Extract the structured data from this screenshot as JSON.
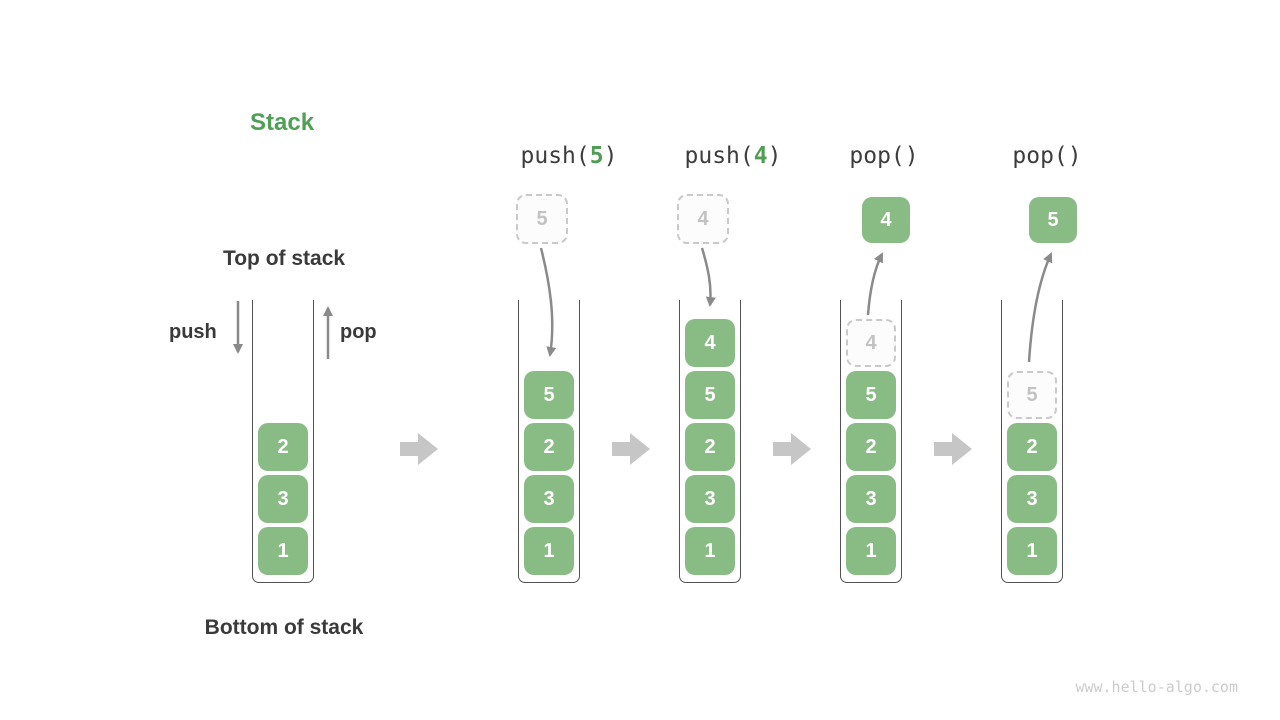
{
  "title": "Stack",
  "labels": {
    "top_of_stack": "Top of stack",
    "bottom_of_stack": "Bottom of stack",
    "push_arrow": "push",
    "pop_arrow": "pop"
  },
  "watermark": "www.hello-algo.com",
  "colors": {
    "cell_green": "#89bb85",
    "accent_green": "#4f9e53",
    "title_green": "#4fa054",
    "dark_text": "#3a3a3a",
    "thin_arrow_gray": "#8a8a8a",
    "block_arrow_gray": "#c6c6c6",
    "ghost_border_gray": "#c9c9c9",
    "ghost_text_gray": "#c2c2c2",
    "container_border": "#525252",
    "watermark_gray": "#cccccc"
  },
  "stacks": [
    {
      "name": "initial",
      "cells": [
        {
          "value": "2"
        },
        {
          "value": "3"
        },
        {
          "value": "1"
        }
      ]
    },
    {
      "name": "after-push-5",
      "op": {
        "prefix": "push(",
        "arg": "5",
        "suffix": ")"
      },
      "floating": {
        "value": "5",
        "style": "ghost"
      },
      "cells": [
        {
          "value": "5"
        },
        {
          "value": "2"
        },
        {
          "value": "3"
        },
        {
          "value": "1"
        }
      ]
    },
    {
      "name": "after-push-4",
      "op": {
        "prefix": "push(",
        "arg": "4",
        "suffix": ")"
      },
      "floating": {
        "value": "4",
        "style": "ghost"
      },
      "cells": [
        {
          "value": "4"
        },
        {
          "value": "5"
        },
        {
          "value": "2"
        },
        {
          "value": "3"
        },
        {
          "value": "1"
        }
      ]
    },
    {
      "name": "after-pop-4",
      "op": {
        "prefix": "pop()",
        "arg": "",
        "suffix": ""
      },
      "floating": {
        "value": "4",
        "style": "solid"
      },
      "cells": [
        {
          "value": "4",
          "ghost": true
        },
        {
          "value": "5"
        },
        {
          "value": "2"
        },
        {
          "value": "3"
        },
        {
          "value": "1"
        }
      ]
    },
    {
      "name": "after-pop-5",
      "op": {
        "prefix": "pop()",
        "arg": "",
        "suffix": ""
      },
      "floating": {
        "value": "5",
        "style": "solid"
      },
      "cells": [
        {
          "value": "5",
          "ghost": true
        },
        {
          "value": "2"
        },
        {
          "value": "3"
        },
        {
          "value": "1"
        }
      ]
    }
  ]
}
